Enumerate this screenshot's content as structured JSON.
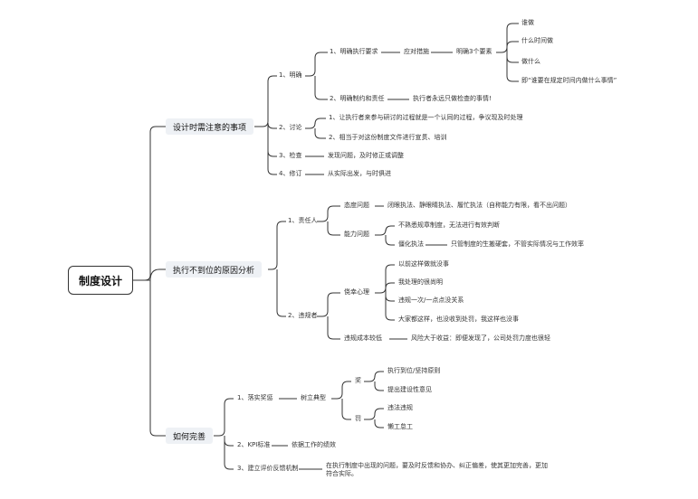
{
  "root": "制度设计",
  "b1": {
    "label": "设计时需注意的事项",
    "ming": "1、明确",
    "m1": "1、明确执行要求",
    "m1a": "应对措施",
    "m1b": "明确3个要素",
    "m1b_items": [
      "谁做",
      "什么时间做",
      "做什么",
      "即“谁要在规定时间内做什么事情”"
    ],
    "m2": "2、明确制约和责任",
    "m2a": "执行者永远只做检查的事情!",
    "taolun": "2、讨论",
    "t1": "1、让执行者来参与研讨的过程就是一个认同的过程，争议现及时处理",
    "t2": "2、相当于对这份制度文件进行宣贯、培训",
    "jiancha": "3、检查",
    "jiancha_a": "发现问题，及时修正或调整",
    "xiuding": "4、修订",
    "xiuding_a": "从实际出发，与时俱进"
  },
  "b2": {
    "label": "执行不到位的原因分析",
    "zeren": "1、责任人",
    "taidu": "态度问题",
    "taidu_a": "闭眼执法、静眼睛执法、履忙执法（自称能力有限，看不出问题）",
    "nengli": "能力问题",
    "nengli_1": "不熟悉规章制度，无法进行有效判断",
    "nengli_2": "僵化执法",
    "nengli_2a": "只管制度的生搬硬套，不管实际情况与工作效率",
    "weigui": "2、违规者",
    "jiaoxing": "侥幸心理",
    "jx_items": [
      "以前这样做就没事",
      "我处理的很尚明",
      "违规一次/一点点没关系",
      "大家都这样，也没收到处罚，我这样也没事"
    ],
    "chengben": "违规成本较低",
    "chengben_a": "风险大于收益：即便发现了，公司处罚力度也很轻"
  },
  "b3": {
    "label": "如何完善",
    "luoshi": "1、落实奖惩",
    "shuli": "树立典型",
    "jiang": "奖",
    "jiang_items": [
      "执行到位/坚持原则",
      "提出建设性意见"
    ],
    "fa": "罚",
    "fa_items": [
      "违法违规",
      "懒工怠工"
    ],
    "kpi": "2、KPI标准",
    "kpi_a": "依据工作的绩效",
    "jianli": "3、建立评价反馈机制",
    "jianli_a": "在执行制度中出现的问题，要及时反馈和协办、纠正偏差，使其更加完善，更加符合实际。"
  }
}
